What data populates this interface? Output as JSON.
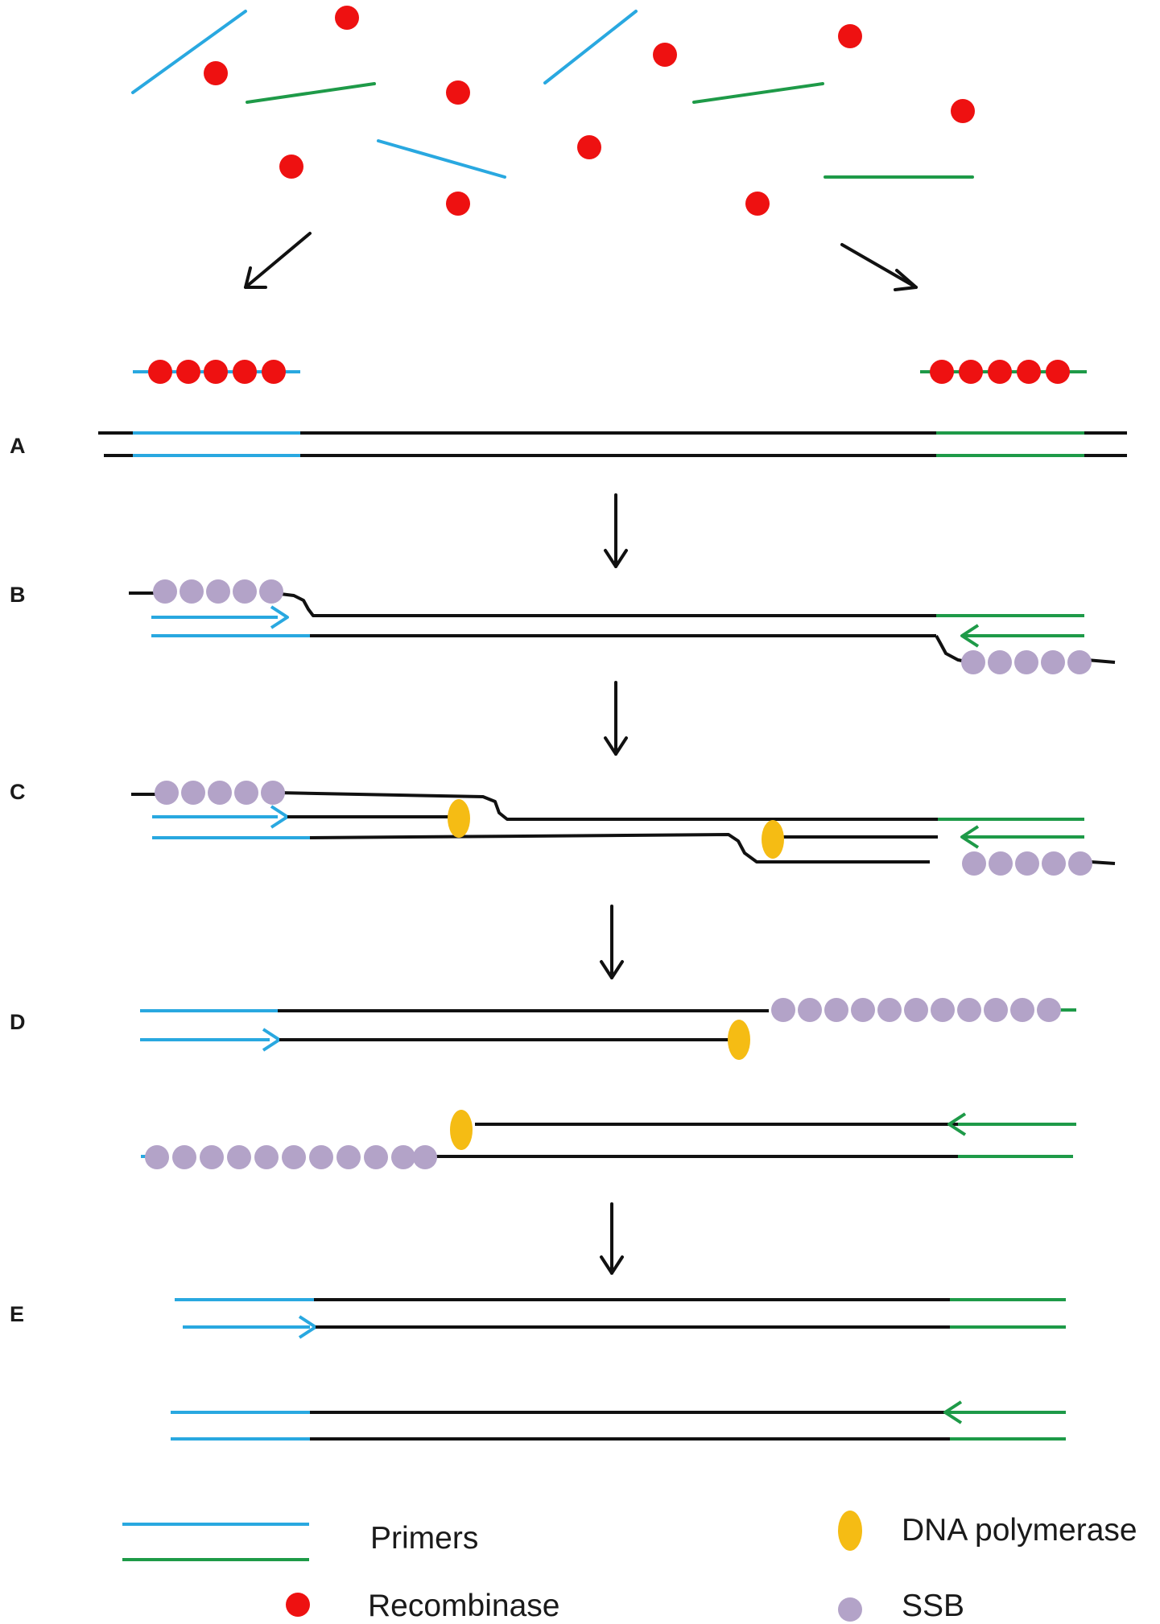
{
  "steps": [
    {
      "id": "A",
      "label": "A"
    },
    {
      "id": "B",
      "label": "B"
    },
    {
      "id": "C",
      "label": "C"
    },
    {
      "id": "D",
      "label": "D"
    },
    {
      "id": "E",
      "label": "E"
    }
  ],
  "legend": {
    "primers": "Primers",
    "recombinase": "Recombinase",
    "dna_polymerase": "DNA polymerase",
    "ssb": "SSB"
  },
  "colors": {
    "forward_primer": "#29a8e0",
    "reverse_primer": "#1e9a48",
    "dna_strand": "#111111",
    "recombinase": "#ee1111",
    "ssb": "#b3a3c8",
    "polymerase": "#f5bc14",
    "arrow": "#111111"
  }
}
